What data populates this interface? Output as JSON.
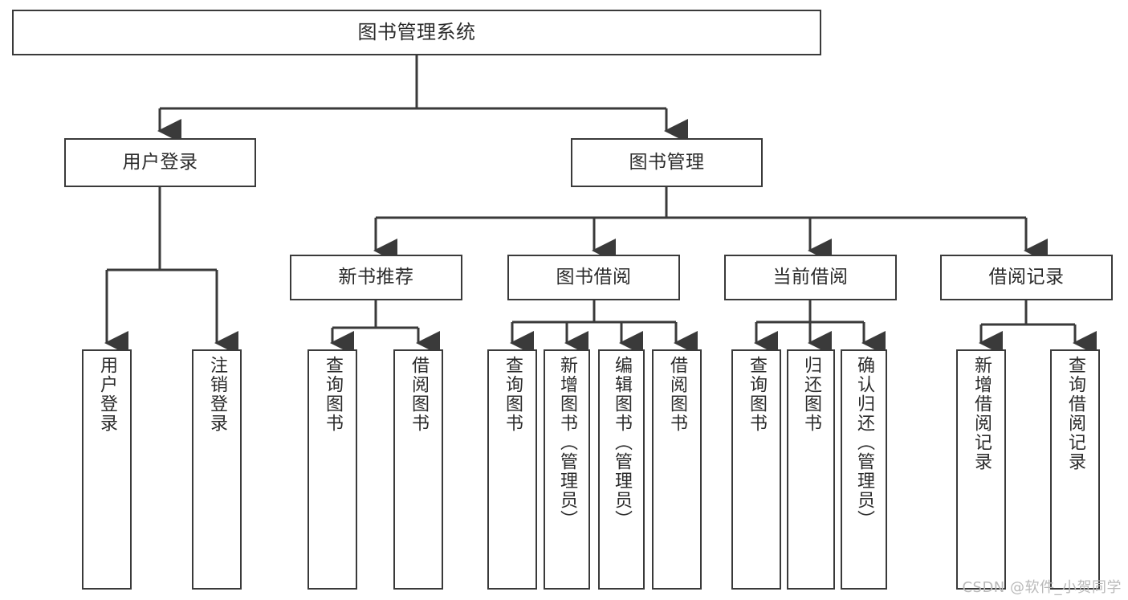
{
  "diagram": {
    "title": "图书管理系统",
    "watermark": "CSDN @软件_小贺同学",
    "line_color": "#3a3a3a",
    "text_color": "#2b2b2b",
    "background": "#ffffff",
    "nodes": {
      "root": "图书管理系统",
      "user_login": "用户登录",
      "book_manage": "图书管理",
      "new_book_rec": "新书推荐",
      "book_borrow": "图书借阅",
      "current_borrow": "当前借阅",
      "borrow_record": "借阅记录",
      "leaf_user_login": "用户登录",
      "leaf_logout": "注销登录",
      "leaf_query_book_1": "查询图书",
      "leaf_borrow_book_1": "借阅图书",
      "leaf_query_book_2": "查询图书",
      "leaf_add_book_admin": "新增图书（管理员）",
      "leaf_edit_book_admin": "编辑图书（管理员）",
      "leaf_borrow_book_2": "借阅图书",
      "leaf_query_book_3": "查询图书",
      "leaf_return_book": "归还图书",
      "leaf_confirm_return_admin": "确认归还（管理员）",
      "leaf_add_borrow_record": "新增借阅记录",
      "leaf_query_borrow_record": "查询借阅记录"
    }
  }
}
